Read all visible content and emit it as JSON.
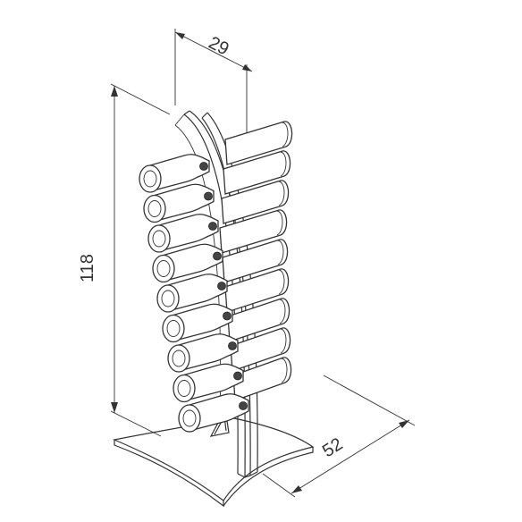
{
  "dimensions": {
    "depth": "29",
    "height": "118",
    "width": "52"
  },
  "diagram": {
    "subject": "wine-bottle-rack-drawing",
    "left_bottle_count": 9,
    "right_bottle_count": 9
  }
}
